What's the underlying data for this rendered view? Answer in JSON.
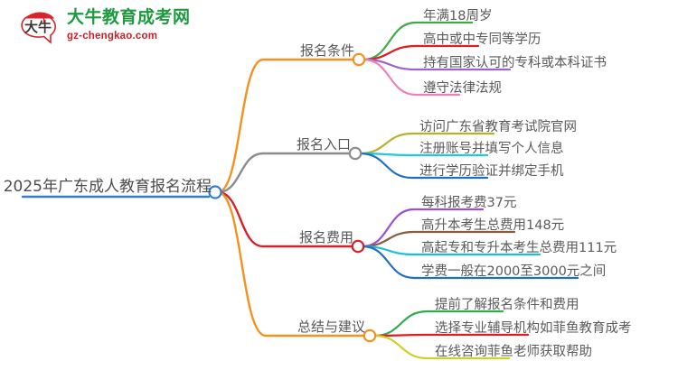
{
  "logo": {
    "icon": "daniu-bull-badge-icon",
    "brand_cn": "大牛教育成考网",
    "brand_url": "gz-chengkao.com",
    "brand_color": "#1d9a3f",
    "url_color": "#c8202a",
    "mark_color": "#d8252c"
  },
  "mindmap": {
    "root": {
      "label": "2025年广东成人教育报名流程",
      "color": "#2f7fd0"
    },
    "branches": [
      {
        "label": "报名条件",
        "color": "#f5911e",
        "node_color": "#f5911e",
        "leaves": [
          {
            "label": "年满18周岁",
            "color": "#3faa47"
          },
          {
            "label": "高中或中专同等学历",
            "color": "#e01b24"
          },
          {
            "label": "持有国家认可的专科或本科证书",
            "color": "#9b63cf"
          },
          {
            "label": "遵守法律法规",
            "color": "#f07fc0"
          }
        ]
      },
      {
        "label": "报名入口",
        "color": "#8c8c8e",
        "node_color": "#8c8c8e",
        "leaves": [
          {
            "label": "访问广东省教育考试院官网",
            "color": "#b7b02a"
          },
          {
            "label": "注册账号并填写个人信息",
            "color": "#21c6e0"
          },
          {
            "label": "进行学历验证并绑定手机",
            "color": "#1f6fc4"
          }
        ]
      },
      {
        "label": "报名费用",
        "color": "#d8202c",
        "node_color": "#d8202c",
        "leaves": [
          {
            "label": "每科报考费37元",
            "color": "#9b4fd4"
          },
          {
            "label": "高升本考生总费用148元",
            "color": "#8a5a3c"
          },
          {
            "label": "高起专和专升本考生总费用111元",
            "color": "#17c0d6"
          },
          {
            "label": "学费一般在2000至3000元之间",
            "color": "#1f6fc4"
          }
        ]
      },
      {
        "label": "总结与建议",
        "color": "#f5911e",
        "node_color": "#f5911e",
        "leaves": [
          {
            "label": "提前了解报名条件和费用",
            "color": "#2faa4a"
          },
          {
            "label": "选择专业辅导机构如菲鱼教育成考",
            "color": "#e01b24"
          },
          {
            "label": "在线咨询菲鱼老师获取帮助",
            "color": "#cfd12a"
          }
        ]
      }
    ]
  }
}
